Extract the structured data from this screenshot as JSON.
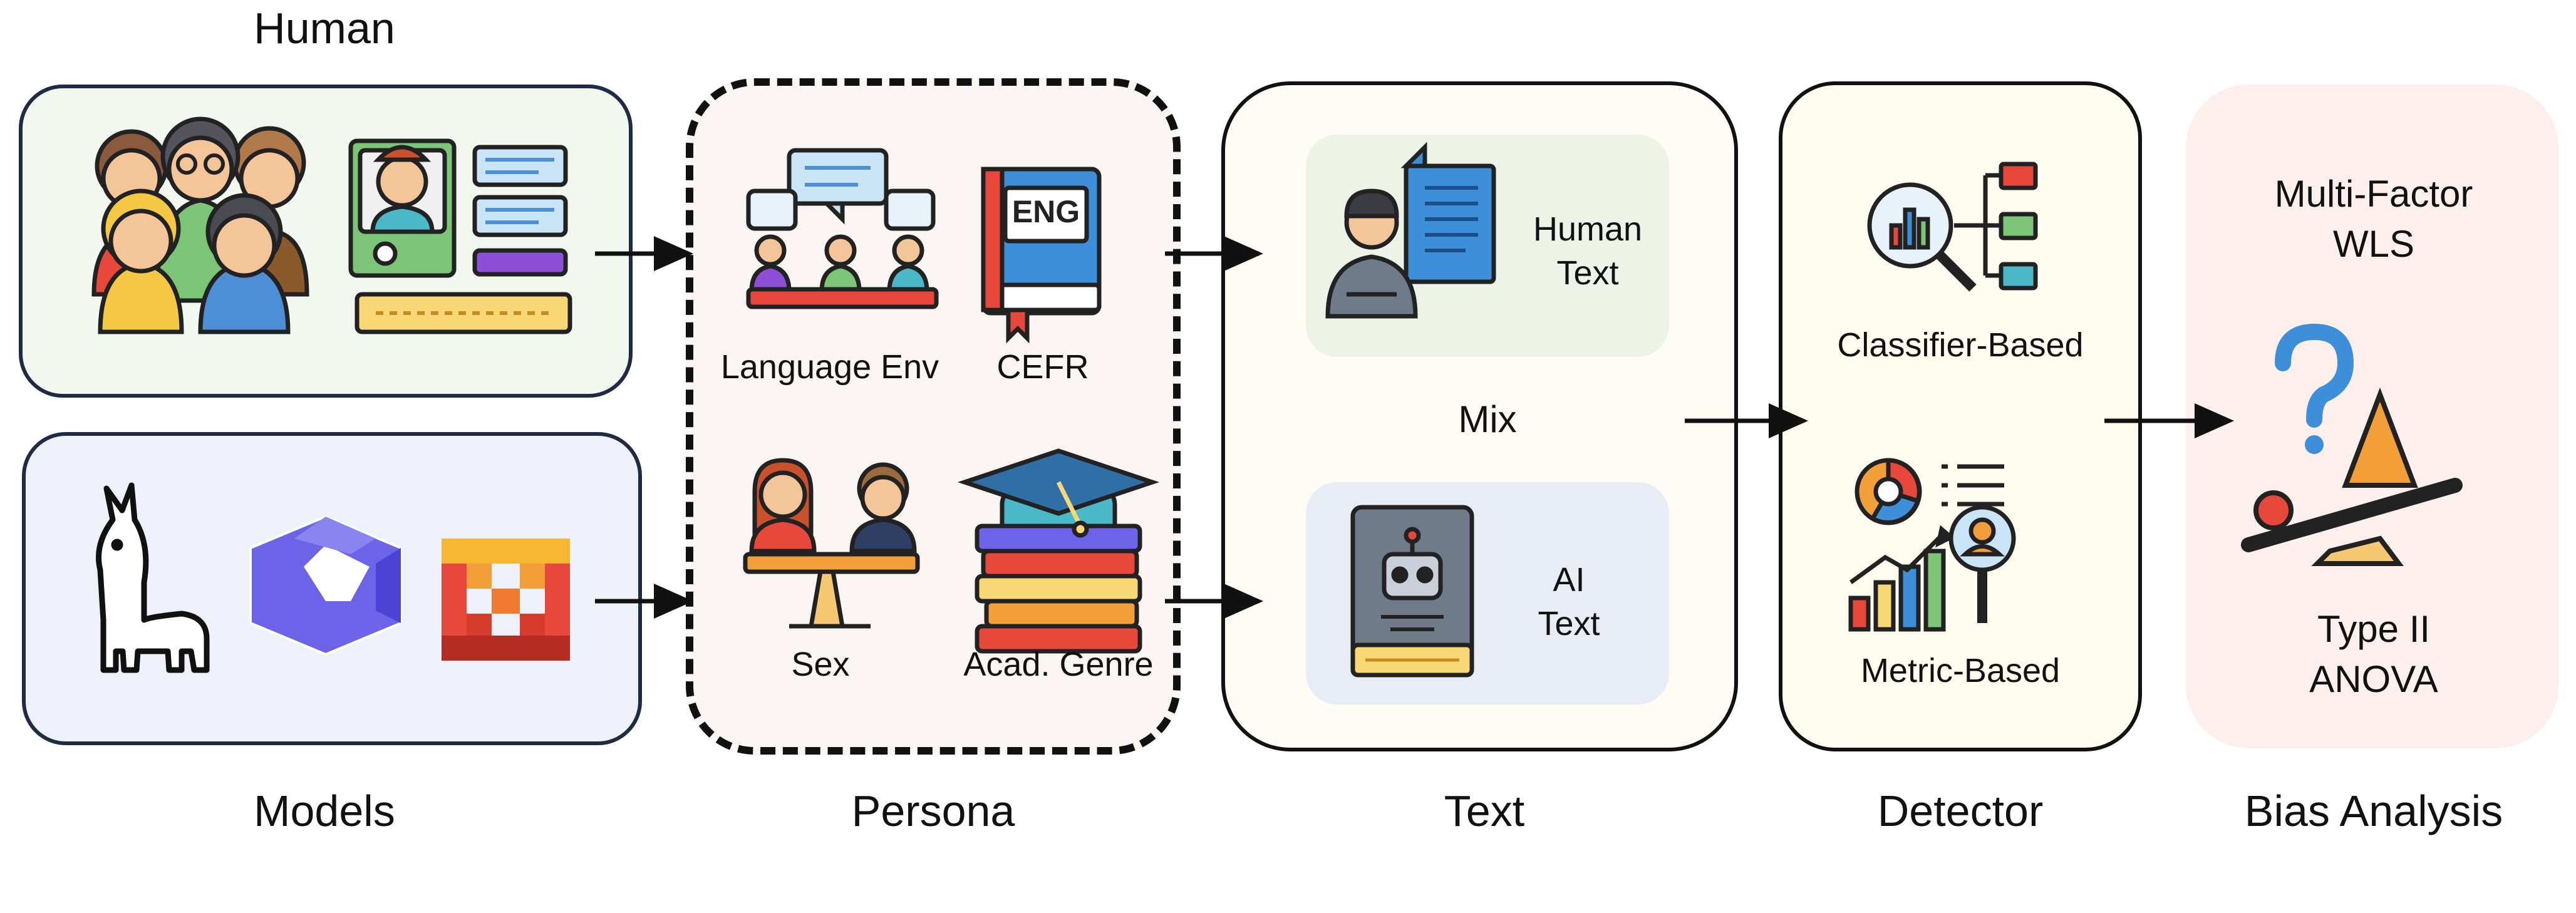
{
  "sections": {
    "human": "Human",
    "models": "Models",
    "persona": "Persona",
    "text": "Text",
    "detector": "Detector",
    "bias_analysis": "Bias Analysis"
  },
  "persona": {
    "language_env": "Language Env",
    "cefr": "CEFR",
    "sex": "Sex",
    "acad_genre": "Acad. Genre",
    "book_label": "ENG"
  },
  "text": {
    "human_text_line1": "Human",
    "human_text_line2": "Text",
    "ai_text_line1": "AI",
    "ai_text_line2": "Text",
    "mix": "Mix"
  },
  "detector": {
    "classifier": "Classifier-Based",
    "metric": "Metric-Based"
  },
  "bias": {
    "wls_line1": "Multi-Factor",
    "wls_line2": "WLS",
    "anova_line1": "Type II",
    "anova_line2": "ANOVA"
  },
  "colors": {
    "human_box_bg": "#f2f8f0",
    "models_box_bg": "#eef1fa",
    "persona_box_bg": "#fbf5f3",
    "text_box_bg": "#fffcf6",
    "detector_box_bg": "#fffdf0",
    "bias_box_bg": "#fdf0ec",
    "human_text_bg": "#eef3e8",
    "ai_text_bg": "#e8ecf4",
    "accent_blue": "#3d8fd9",
    "accent_orange": "#f29f3a",
    "accent_red": "#e8473c"
  },
  "icons": [
    "people-group-icon",
    "id-card-icon",
    "llama-icon",
    "qwen-logo-icon",
    "mistral-logo-icon",
    "meeting-icon",
    "book-icon",
    "woman-avatar-icon",
    "man-avatar-icon",
    "seesaw-icon",
    "graduation-books-icon",
    "person-document-icon",
    "robot-book-icon",
    "magnifier-chart-icon",
    "metric-chart-icon",
    "question-seesaw-icon",
    "arrow-icon"
  ]
}
